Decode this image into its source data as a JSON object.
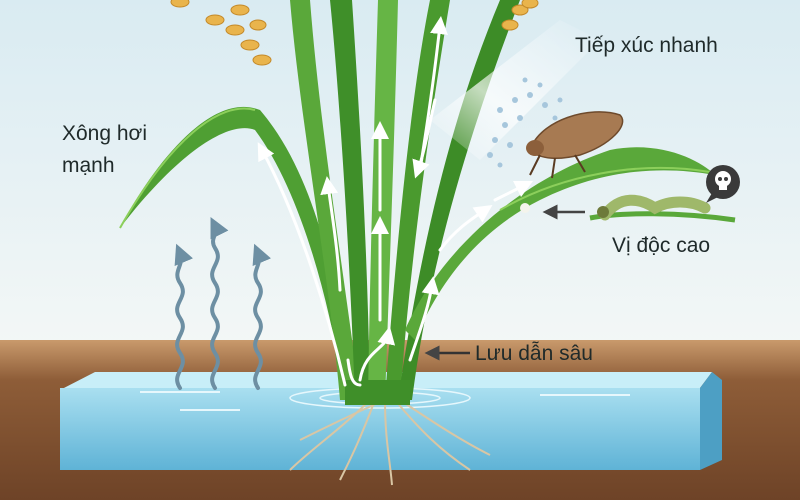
{
  "labels": {
    "contact": "Tiếp xúc nhanh",
    "fumigant_line1": "Xông hơi",
    "fumigant_line2": "mạnh",
    "stomach": "Vị độc cao",
    "systemic": "Lưu dẫn sâu"
  },
  "icons": [
    "skull-icon",
    "planthopper-icon",
    "caterpillar-icon",
    "vapor-arrow-icon",
    "flow-arrow-icon"
  ],
  "colors": {
    "sky": "#e6f1f5",
    "soil": "#8a5a36",
    "water": "#8fd0e6",
    "leaf": "#4a9a2e",
    "grain": "#e9b44c"
  }
}
